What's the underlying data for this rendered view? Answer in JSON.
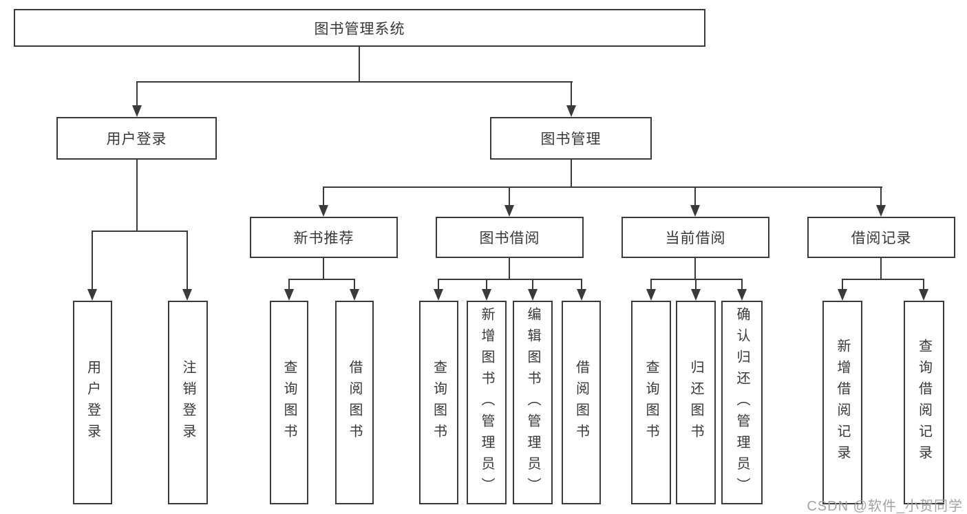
{
  "diagram_type": "hierarchy-tree",
  "colors": {
    "line": "#3a3a3a",
    "text": "#383838",
    "background": "#ffffff",
    "watermark": "#9e9e9e"
  },
  "watermark": "CSDN @软件_小贺同学",
  "tree": {
    "label": "图书管理系统",
    "children": [
      {
        "label": "用户登录",
        "children": [
          {
            "label": "用户登录"
          },
          {
            "label": "注销登录"
          }
        ]
      },
      {
        "label": "图书管理",
        "children": [
          {
            "label": "新书推荐",
            "children": [
              {
                "label": "查询图书"
              },
              {
                "label": "借阅图书"
              }
            ]
          },
          {
            "label": "图书借阅",
            "children": [
              {
                "label": "查询图书"
              },
              {
                "label": "新增图书（管理员）"
              },
              {
                "label": "编辑图书（管理员）"
              },
              {
                "label": "借阅图书"
              }
            ]
          },
          {
            "label": "当前借阅",
            "children": [
              {
                "label": "查询图书"
              },
              {
                "label": "归还图书"
              },
              {
                "label": "确认归还（管理员）"
              }
            ]
          },
          {
            "label": "借阅记录",
            "children": [
              {
                "label": "新增借阅记录"
              },
              {
                "label": "查询借阅记录"
              }
            ]
          }
        ]
      }
    ]
  }
}
